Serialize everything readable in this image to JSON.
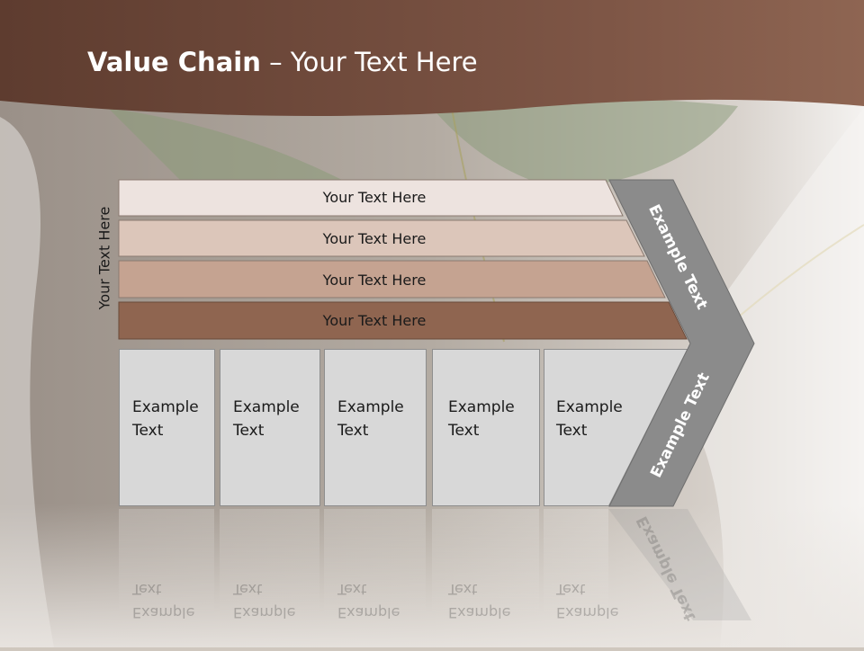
{
  "title": {
    "bold": "Value Chain",
    "rest": " – Your Text Here"
  },
  "side_label": "Your Text Here",
  "bars": [
    "Your Text Here",
    "Your Text Here",
    "Your Text Here",
    "Your Text Here"
  ],
  "columns": [
    [
      "Example",
      "Text"
    ],
    [
      "Example",
      "Text"
    ],
    [
      "Example",
      "Text"
    ],
    [
      "Example",
      "Text"
    ],
    [
      "Example",
      "Text"
    ]
  ],
  "chevron_top_label": "Example Text",
  "chevron_bottom_label": "Example Text",
  "colors": {
    "header": "#7a5444",
    "bar1": "#ede3df",
    "bar2": "#dcc6ba",
    "bar3": "#c5a391",
    "bar4": "#8f6550",
    "column_fill": "#d8d8d8",
    "chevron": "#8b8b8b"
  }
}
